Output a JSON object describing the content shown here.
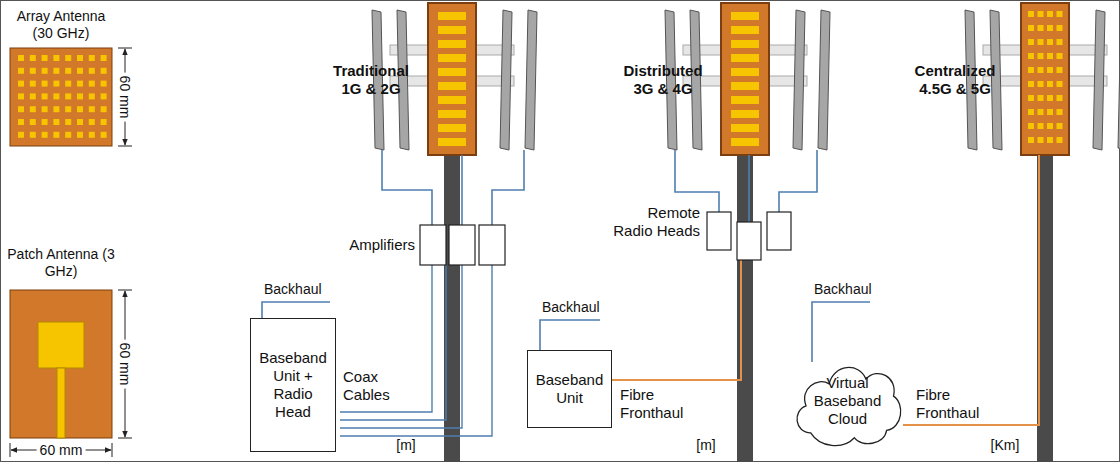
{
  "diagram": {
    "nodes": [
      {
        "text": [
          "Baseband Unit + Radio Head"
        ]
      },
      {
        "text": [
          "Baseband Unit"
        ]
      },
      {
        "text": [
          "Virtual Baseband Cloud"
        ]
      }
    ],
    "labels": [
      "Array Antenna (30 GHz)",
      "60 mm",
      "Patch Antenna (3 GHz)",
      "60 mm",
      "60 mm",
      "Traditional 1G & 2G",
      "Amplifiers",
      "Backhaul",
      "Coax Cables",
      "[m]",
      "Distributed 3G & 4G",
      "Remote Radio Heads",
      "Backhaul",
      "Fibre Fronthaul",
      "[m]",
      "Centralized 4.5G & 5G",
      "Backhaul",
      "Fibre Fronthaul",
      "[Km]"
    ]
  }
}
